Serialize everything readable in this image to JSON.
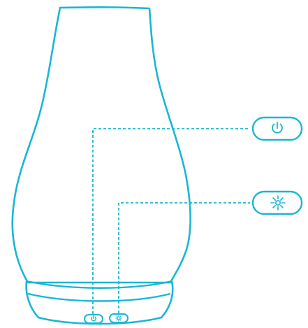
{
  "diagram": {
    "colors": {
      "outline": "#1ab6d4",
      "background": "#ffffff"
    },
    "device": {
      "name": "humidifier-diffuser",
      "parts": [
        "body",
        "base",
        "power-button",
        "light-button"
      ]
    },
    "callouts": [
      {
        "id": "power",
        "icon": "power-icon"
      },
      {
        "id": "light",
        "icon": "light-sun-icon"
      }
    ]
  }
}
